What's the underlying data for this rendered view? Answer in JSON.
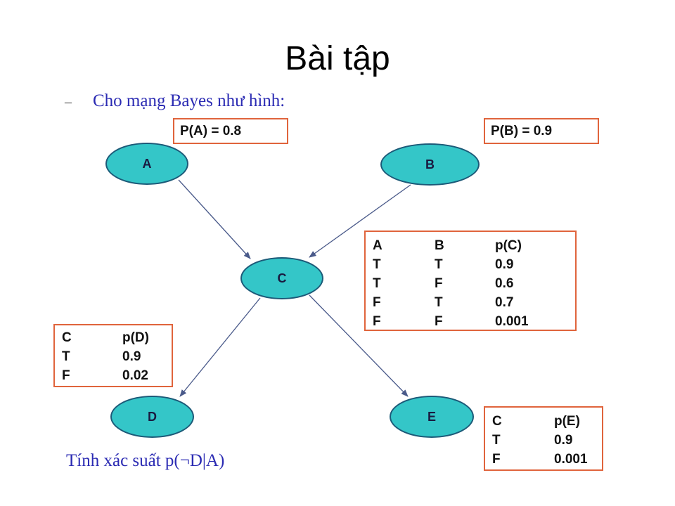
{
  "title": "Bài tập",
  "intro": {
    "bullet": "–",
    "text": "Cho mạng Bayes như hình:"
  },
  "question": "Tính xác suất p(¬D|A)",
  "nodes": {
    "A": "A",
    "B": "B",
    "C": "C",
    "D": "D",
    "E": "E"
  },
  "prior_a": "P(A) = 0.8",
  "prior_b": "P(B) = 0.9",
  "cpt_c": {
    "headers": [
      "A",
      "B",
      "p(C)"
    ],
    "rows": [
      [
        "T",
        "T",
        "0.9"
      ],
      [
        "T",
        "F",
        "0.6"
      ],
      [
        "F",
        "T",
        "0.7"
      ],
      [
        "F",
        "F",
        "0.001"
      ]
    ]
  },
  "cpt_d": {
    "headers": [
      "C",
      "p(D)"
    ],
    "rows": [
      [
        "T",
        "0.9"
      ],
      [
        "F",
        "0.02"
      ]
    ]
  },
  "cpt_e": {
    "headers": [
      "C",
      "p(E)"
    ],
    "rows": [
      [
        "T",
        "0.9"
      ],
      [
        "F",
        "0.001"
      ]
    ]
  },
  "colors": {
    "node_fill": "#34c6c8",
    "node_border": "#1c5a78",
    "box_border": "#e0643c",
    "text_blue": "#2b2bb3",
    "edge": "#4a5a8a"
  }
}
